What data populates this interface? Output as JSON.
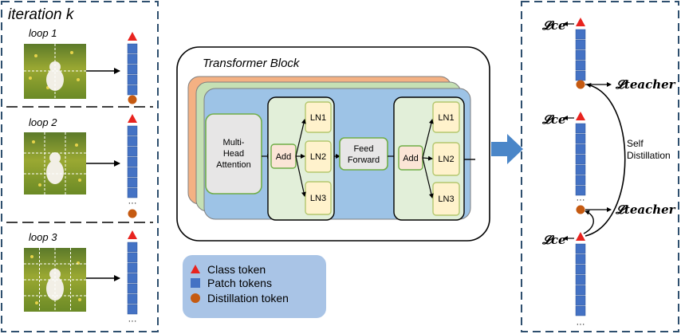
{
  "left_panel": {
    "title": "iteration k",
    "loops": [
      {
        "label": "loop 1",
        "grid": "2x2",
        "token_count": 7,
        "ellipsis": ""
      },
      {
        "label": "loop 2",
        "grid": "3x3",
        "token_count": 8,
        "ellipsis": "···"
      },
      {
        "label": "loop 3",
        "grid": "4x4",
        "token_count": 8,
        "ellipsis": "···"
      }
    ]
  },
  "block": {
    "title": "Transformer Block",
    "attention": "Multi-\nHead\nAttention",
    "add": "Add",
    "ln": [
      "LN1",
      "LN2",
      "LN3"
    ],
    "ffn": "Feed\nForward"
  },
  "legend": {
    "items": [
      {
        "symbol": "triangle",
        "color": "#e8231e",
        "label": "Class token"
      },
      {
        "symbol": "square",
        "color": "#4472c4",
        "label": "Patch tokens"
      },
      {
        "symbol": "circle",
        "color": "#c55a11",
        "label": "Distillation token"
      }
    ]
  },
  "right_panel": {
    "loss_ce": "𝓛ce",
    "loss_teacher": "𝓛teacher",
    "self_distillation": "Self\nDistillation",
    "ellipsis": "···"
  },
  "colors": {
    "dashed_border": "#2e4f6e",
    "blue_layer": "#9dc3e6",
    "green_layer": "#c5e0b4",
    "orange_layer": "#f4b183",
    "ln_fill": "#fff2cc",
    "ln_stroke": "#b4c76e",
    "add_fill": "#fbe5d6",
    "legend_bg": "#a9c4e6",
    "arrow_fill": "#4a86c8"
  }
}
